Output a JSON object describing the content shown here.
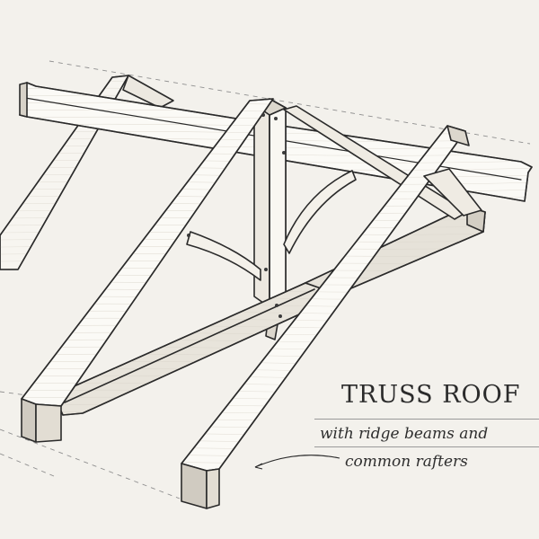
{
  "label": {
    "title": "TRUSS ROOF",
    "subtitle_line1": "with ridge beams and",
    "subtitle_line2": "common rafters"
  },
  "colors": {
    "background": "#f3f1ec",
    "wood_light": "#fbfaf6",
    "wood_shade": "#e3dfd6",
    "wood_dark": "#cbc6bc",
    "ink": "#2a2a2a",
    "guide": "#8f8f8f"
  }
}
